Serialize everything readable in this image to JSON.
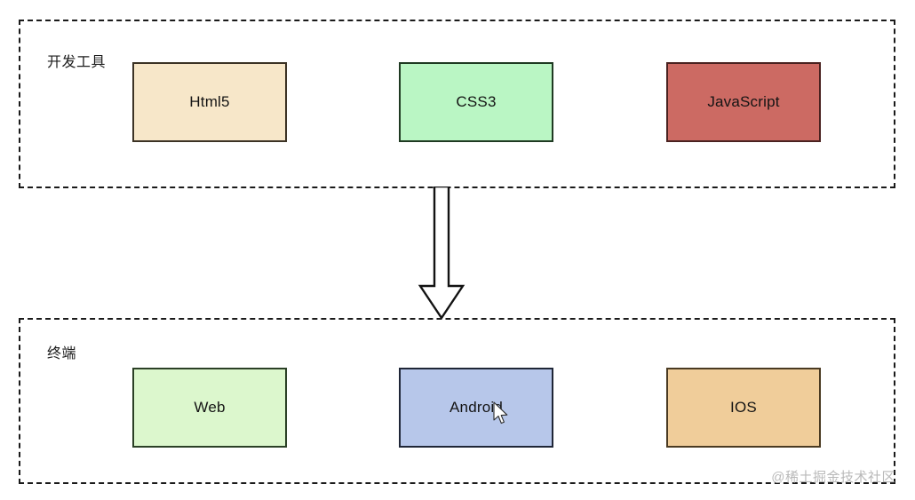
{
  "diagram": {
    "title": "",
    "background_color": "#ffffff",
    "groups": [
      {
        "id": "dev-tools",
        "label": "开发工具",
        "border_style": "dashed",
        "border_color": "#1a1a1a",
        "nodes": [
          {
            "id": "html5",
            "label": "Html5",
            "fill": "#f7e7c9",
            "stroke": "#3c3325"
          },
          {
            "id": "css3",
            "label": "CSS3",
            "fill": "#baf6c4",
            "stroke": "#1f3a22"
          },
          {
            "id": "javascript",
            "label": "JavaScript",
            "fill": "#cc6a63",
            "stroke": "#4a2220"
          }
        ]
      },
      {
        "id": "terminal",
        "label": "终端",
        "border_style": "dashed",
        "border_color": "#1a1a1a",
        "nodes": [
          {
            "id": "web",
            "label": "Web",
            "fill": "#dcf7cd",
            "stroke": "#2b4026"
          },
          {
            "id": "android",
            "label": "Android",
            "fill": "#b7c7ea",
            "stroke": "#1f2637"
          },
          {
            "id": "ios",
            "label": "IOS",
            "fill": "#f0cd9a",
            "stroke": "#4a3a22"
          }
        ]
      }
    ],
    "connector": {
      "id": "dev-to-terminal-arrow",
      "type": "block-arrow",
      "direction": "down",
      "fill": "#ffffff",
      "stroke": "#121212",
      "from": "dev-tools",
      "to": "terminal"
    },
    "cursor": {
      "type": "pointer",
      "over": "android"
    },
    "watermark": "@稀土掘金技术社区"
  }
}
